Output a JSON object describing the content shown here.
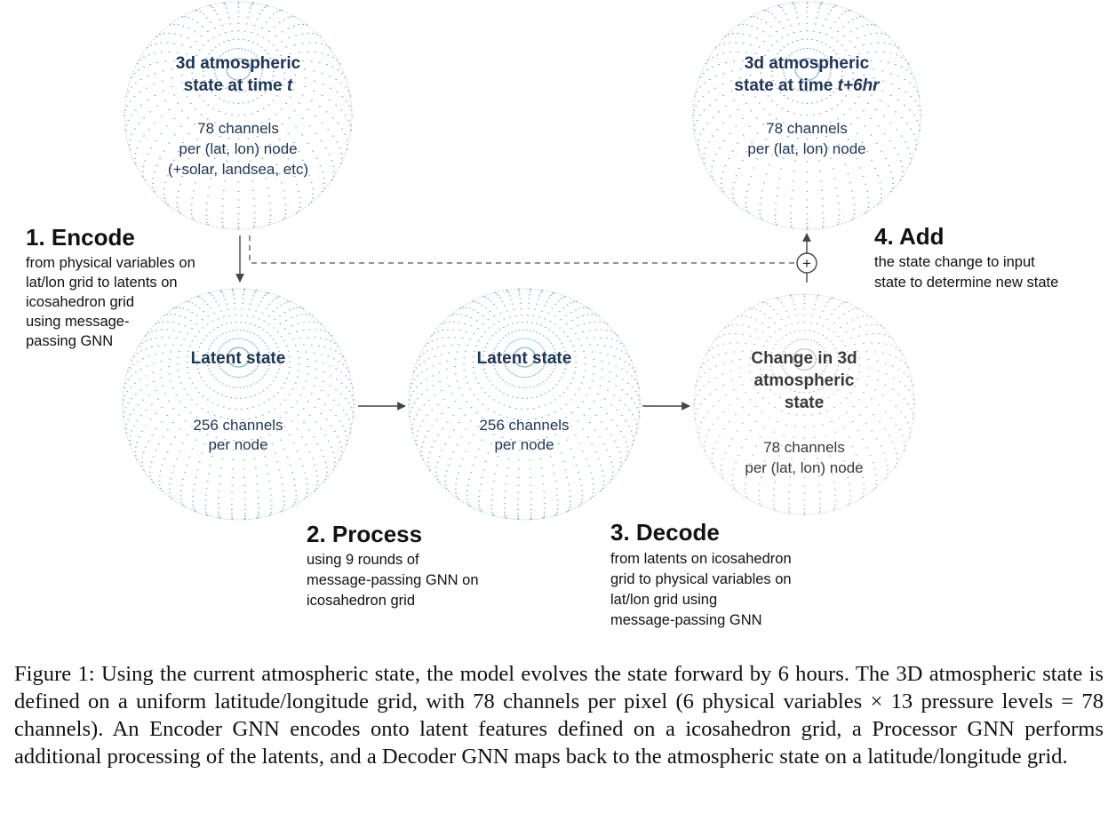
{
  "globes": {
    "input": {
      "title_line1": "3d atmospheric",
      "title_line2_prefix": "state at time ",
      "title_line2_var": "t",
      "body_line1": "78 channels",
      "body_line2": "per (lat, lon) node",
      "body_line3": "(+solar, landsea, etc)"
    },
    "output": {
      "title_line1": "3d atmospheric",
      "title_line2_prefix": "state at time ",
      "title_line2_var": "t+6hr",
      "body_line1": "78 channels",
      "body_line2": "per (lat, lon) node"
    },
    "latent1": {
      "title": "Latent state",
      "body_line1": "256 channels",
      "body_line2": "per node"
    },
    "latent2": {
      "title": "Latent state",
      "body_line1": "256 channels",
      "body_line2": "per node"
    },
    "change": {
      "title_line1": "Change in 3d",
      "title_line2": "atmospheric",
      "title_line3": "state",
      "body_line1": "78 channels",
      "body_line2": "per (lat, lon) node"
    }
  },
  "steps": {
    "encode": {
      "heading": "1. Encode",
      "lines": [
        "from physical variables on",
        "lat/lon grid to latents on",
        "icosahedron grid",
        "using message-",
        "passing GNN"
      ]
    },
    "process": {
      "heading": "2. Process",
      "lines": [
        "using 9 rounds of",
        "message-passing GNN on",
        "icosahedron grid"
      ]
    },
    "decode": {
      "heading": "3. Decode",
      "lines": [
        "from latents on icosahedron",
        "grid to physical variables on",
        "lat/lon grid using",
        "message-passing GNN"
      ]
    },
    "add": {
      "heading": "4. Add",
      "lines": [
        "the state change to input",
        "state to determine new state"
      ]
    }
  },
  "plus_symbol": "+",
  "caption": "Figure 1: Using the current atmospheric state, the model evolves the state forward by 6 hours. The 3D atmospheric state is defined on a uniform latitude/longitude grid, with 78 channels per pixel (6 physical variables × 13 pressure levels = 78 channels). An Encoder GNN encodes onto latent features defined on a icosahedron grid, a Processor GNN performs additional processing of the latents, and a Decoder GNN maps back to the atmospheric state on a latitude/longitude grid.",
  "colors": {
    "blue_dots": "#7fa6d8",
    "teal_dots": "#7fb5b8",
    "gray_dots": "#b5b5b5",
    "arrow": "#444444"
  }
}
